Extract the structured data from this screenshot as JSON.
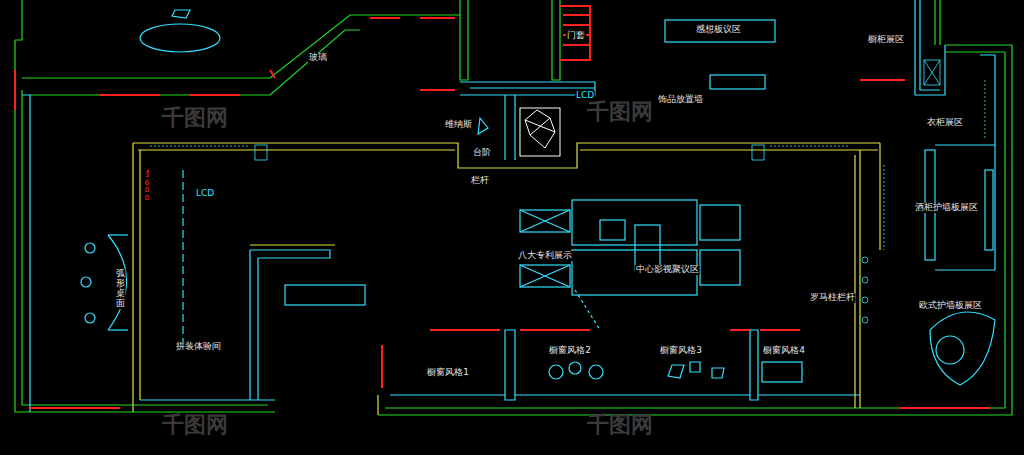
{
  "diagram": {
    "labels": [
      "感想板议区",
      "橱柜展区",
      "门套",
      "玻璃",
      "LCD",
      "饰品放置墙",
      "衣柜展区",
      "维纳斯",
      "台阶",
      "栏杆",
      "LCD",
      "3600",
      "弧形桌面",
      "拼装体验间",
      "八大专利展示",
      "中心影视聚议区",
      "罗马柱栏杆",
      "酒柜护墙板展区",
      "欧式护墙板展区",
      "橱窗风格1",
      "橱窗风格2",
      "橱窗风格3",
      "橱窗风格4",
      "千图网",
      "千图网",
      "千图网",
      "千图网"
    ]
  }
}
